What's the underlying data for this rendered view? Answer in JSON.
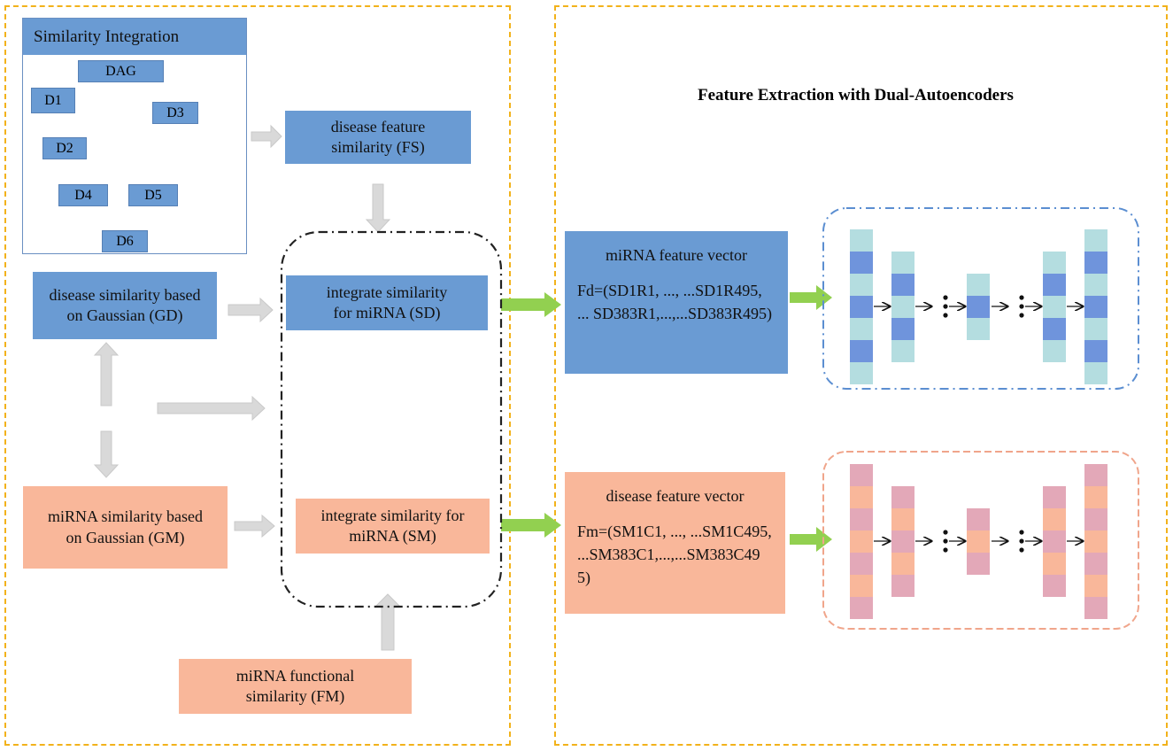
{
  "left_panel": {
    "similarity_integration": {
      "title": "Similarity Integration",
      "dag_label": "DAG",
      "nodes": [
        "D1",
        "D2",
        "D3",
        "D4",
        "D5",
        "D6"
      ]
    },
    "disease_feature_similarity": "disease feature similarity (FS)",
    "disease_similarity_gaussian": "disease similarity based on Gaussian (GD)",
    "integrate_sd": "integrate similarity for miRNA (SD)",
    "integrate_sm": "integrate similarity for miRNA (SM)",
    "mirna_similarity_gaussian": "miRNA similarity based on Gaussian (GM)",
    "mirna_functional_similarity": "miRNA functional similarity (FM)"
  },
  "right_panel": {
    "title": "Feature Extraction with Dual-Autoencoders",
    "mirna_vector": {
      "title": "miRNA feature vector",
      "formula": "Fd=(SD1R1, ..., ...SD1R495, ... SD383R1,...,...SD383R495)"
    },
    "disease_vector": {
      "title": "disease feature vector",
      "formula": "Fm=(SM1C1, ..., ...SM1C495, ...SM383C1,...,...SM383C495)"
    }
  },
  "colors": {
    "panel_border": "#f2b21b",
    "blue_box": "#6a9bd3",
    "pink_box": "#f9b79a",
    "arrow_gray": "#d9d9d9",
    "arrow_green": "#92d050",
    "ae_blue_light": "#b4dde0",
    "ae_blue_dark": "#6f94dc",
    "ae_pink_light": "#f9b79a",
    "ae_pink_dark": "#e3a8b8"
  }
}
